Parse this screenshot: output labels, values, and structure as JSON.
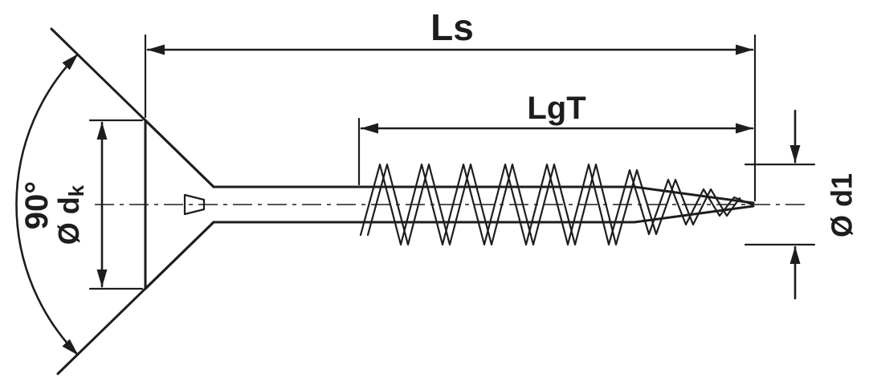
{
  "page": {
    "background": "#ffffff"
  },
  "diagram": {
    "line_color": "#1d1d1b",
    "labels": {
      "total_length": "Ls",
      "thread_length": "LgT",
      "head_angle": "90°",
      "head_diameter_main": "Ø d",
      "head_diameter_sub": "k",
      "core_diameter": "Ø d1"
    }
  }
}
